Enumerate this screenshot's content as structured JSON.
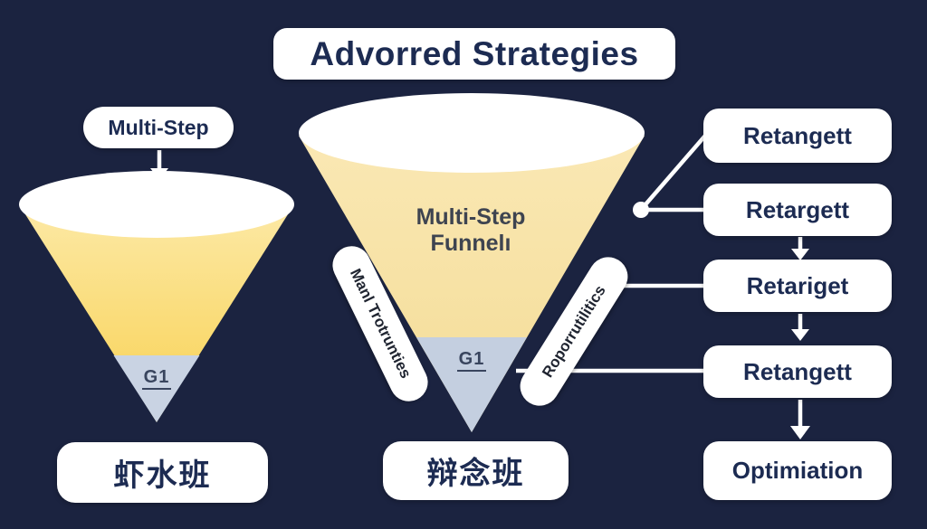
{
  "title": "Advorred Strategies",
  "left_funnel": {
    "top_label": "Multi-Step",
    "tip_label": "G1",
    "bottom_label": "虾水班"
  },
  "center_funnel": {
    "body_label_line1": "Multi-Step",
    "body_label_line2": "Funnelı",
    "tip_label": "G1",
    "bottom_label": "辩念班",
    "left_tag": "Manl Trotrunties",
    "right_tag": "Roporrutilitics"
  },
  "flow_boxes": [
    {
      "label": "Retangett"
    },
    {
      "label": "Retargett"
    },
    {
      "label": "Retariget"
    },
    {
      "label": "Retangett"
    },
    {
      "label": "Optimiation"
    }
  ],
  "colors": {
    "background": "#1b2340",
    "card_white": "#ffffff",
    "navy_text": "#1c2b52",
    "funnel_yellow_top": "#fce9a6",
    "funnel_yellow_bottom": "#f8d152",
    "funnel_pale_top": "#fae8b4",
    "funnel_pale_bottom": "#f4dc96",
    "funnel_tip_blue": "#c9d3e3",
    "connector_white": "#ffffff"
  }
}
